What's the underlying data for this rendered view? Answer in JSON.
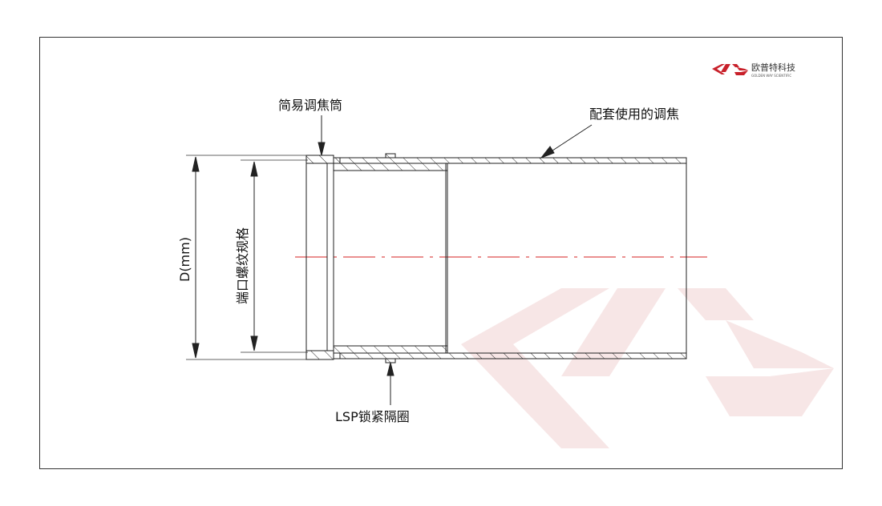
{
  "logo": {
    "company": "欧普特科技",
    "tagline": "GOLDEN WAY SCIENTIFIC",
    "color": "#c8202a"
  },
  "labels": {
    "simple_focus_tube": "简易调焦筒",
    "matching_focus_tube": "配套使用的调焦",
    "port_thread_spec": "端口螺纹规格",
    "diameter": "D(mm)",
    "lsp_spacer": "LSP锁紧隔圈"
  },
  "colors": {
    "line": "#222222",
    "centerline": "#d42020",
    "watermark": "#f6e4e4"
  }
}
